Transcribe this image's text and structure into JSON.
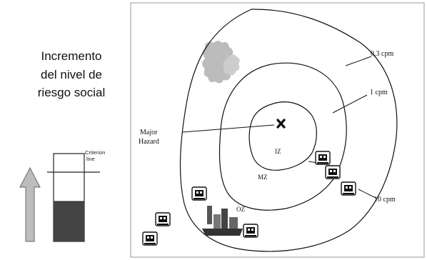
{
  "heading": {
    "lines": [
      "Incremento",
      "del nivel de",
      "riesgo social"
    ]
  },
  "risk_bar": {
    "criterion_label_1": "Criterion",
    "criterion_label_2": "line",
    "fill_fraction": 0.5
  },
  "map": {
    "contour_labels": {
      "outer": "0,3 cpm",
      "middle": "1 cpm",
      "inner": "10 cpm"
    },
    "zone_labels": {
      "inner": "IZ",
      "middle": "MZ",
      "outer": "OZ"
    },
    "hazard_label": [
      "Major",
      "Hazard"
    ],
    "colors": {
      "arrow_fill": "#bdbdbd",
      "bar_fill": "#444444",
      "line": "#111111",
      "frame": "#999999"
    }
  }
}
